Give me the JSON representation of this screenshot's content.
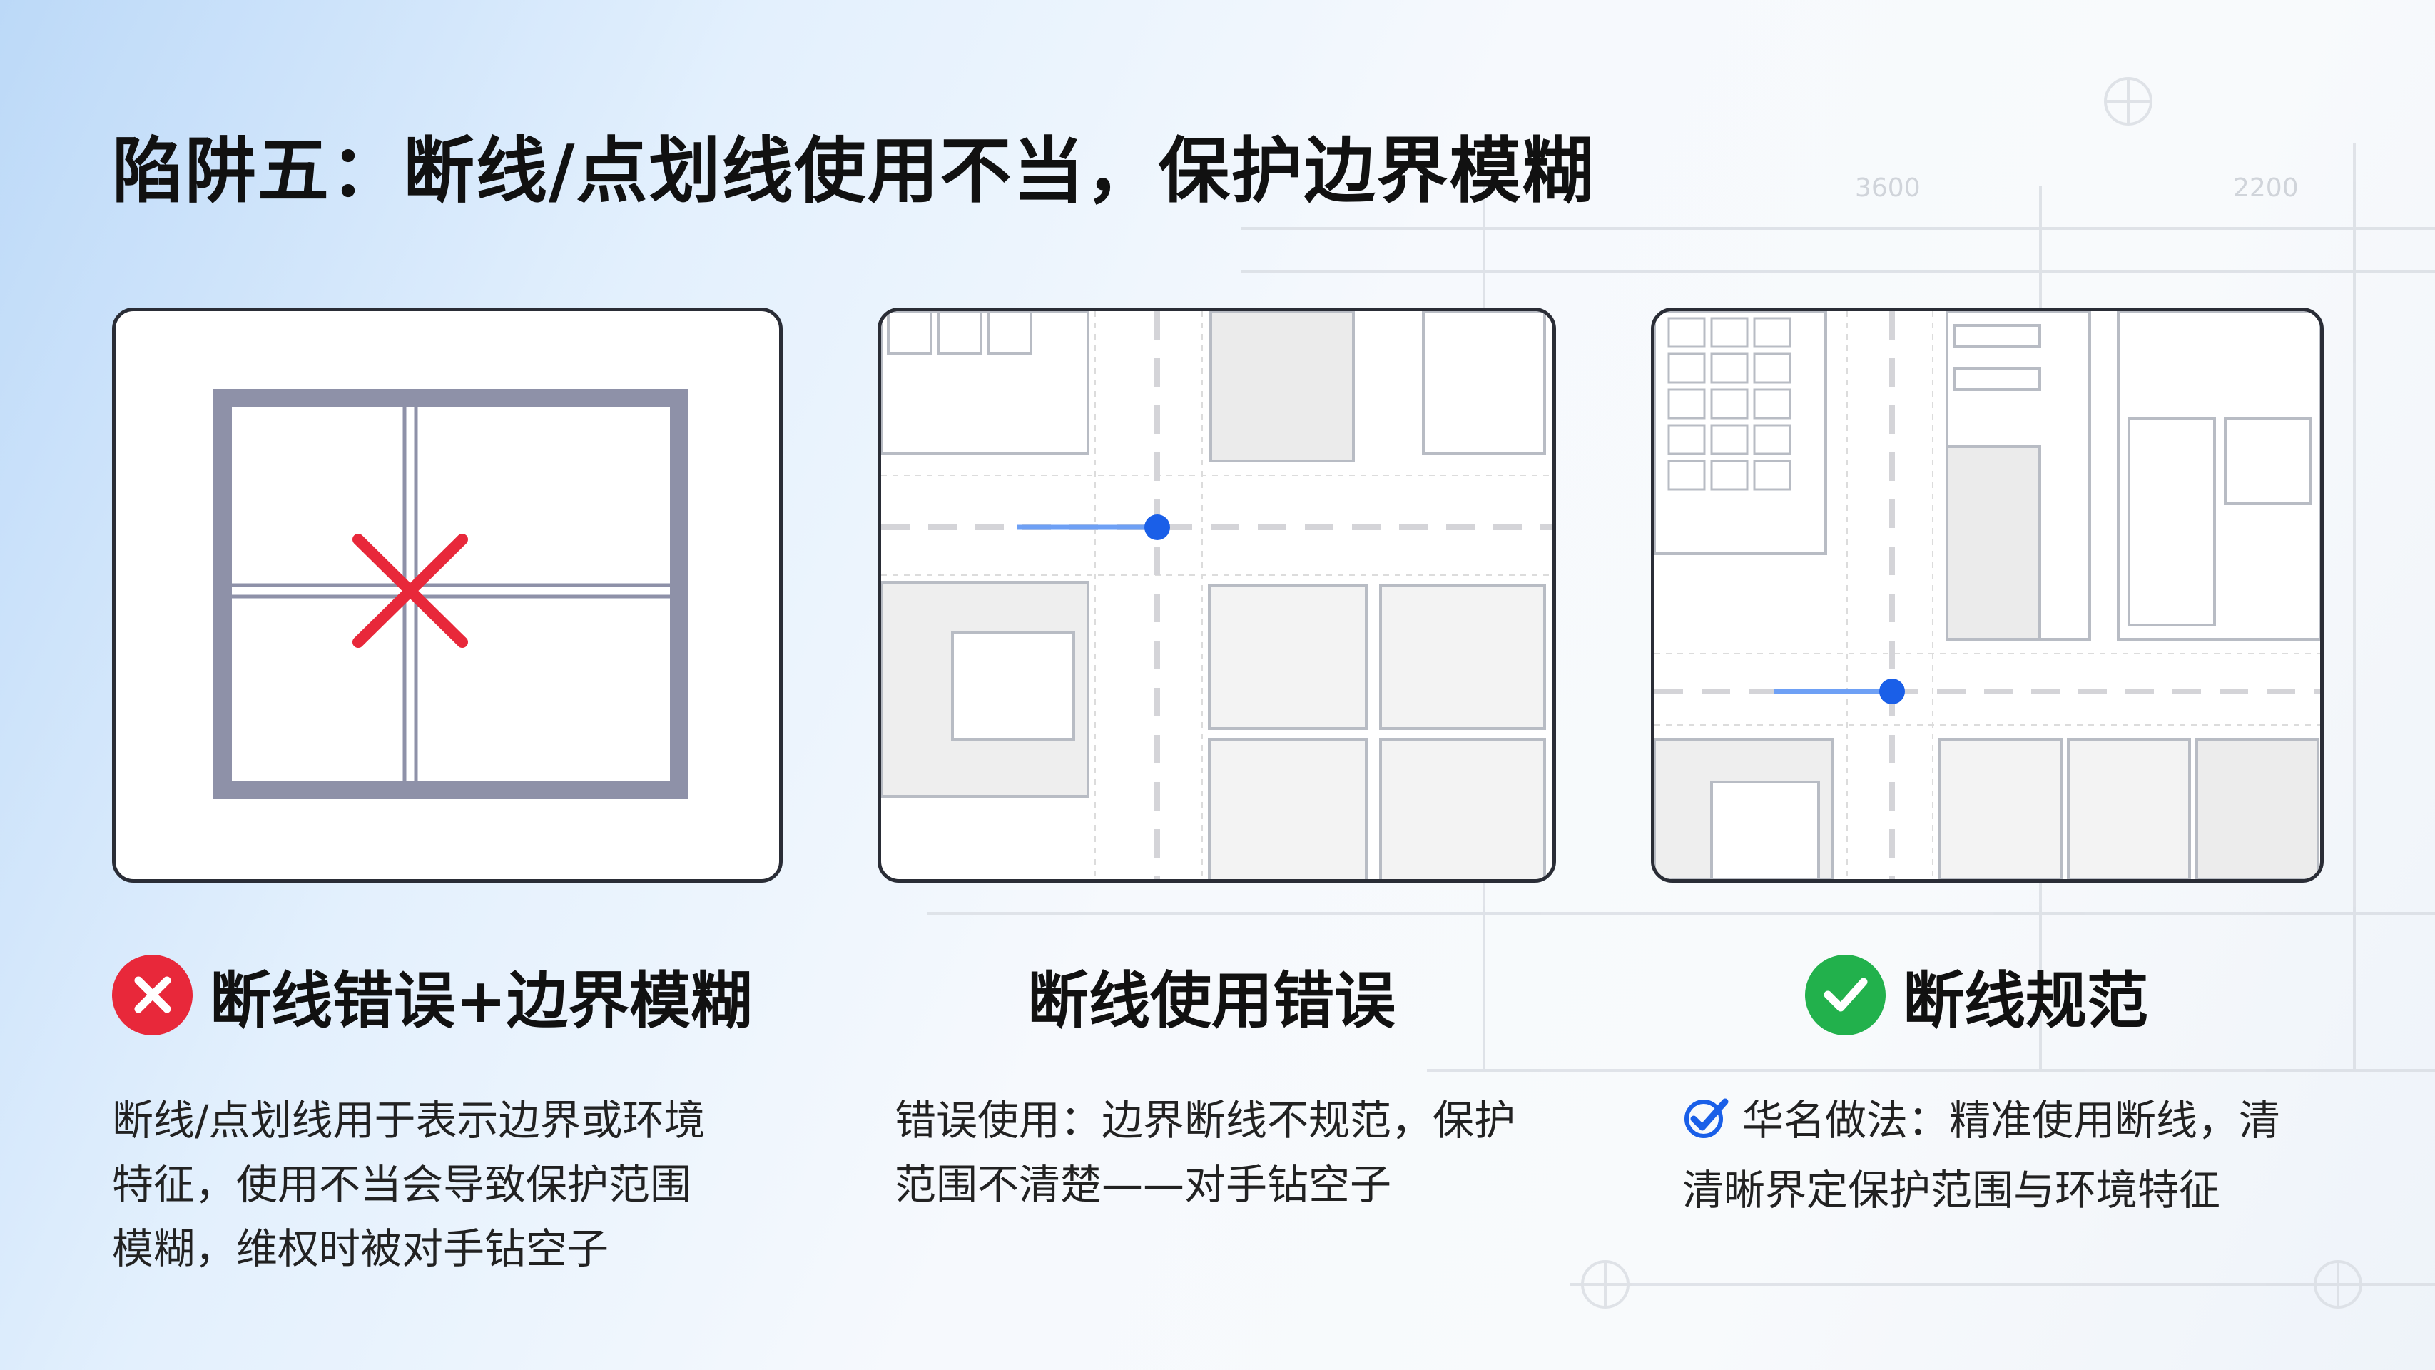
{
  "title": "陷阱五：断线/点划线使用不当，保护边界模糊",
  "panels": [
    {
      "heading": "断线错误+边界模糊",
      "status_icon": "x-circle-icon",
      "status_color": "#e8283a",
      "body_lines": [
        "断线/点划线用于表示边界或环境",
        "特征，使用不当会导致保护范围",
        "模糊，维权时被对手钻空子"
      ]
    },
    {
      "heading": "断线使用错误",
      "body_lines": [
        "错误使用：边界断线不规范，保护",
        "范围不清楚——对手钻空子"
      ]
    },
    {
      "heading": "断线规范",
      "status_icon": "check-circle-icon",
      "status_color": "#22b14c",
      "body_lines": [
        "华名做法：精准使用断线，清",
        "清晰界定保护范围与环境特征"
      ],
      "bullet_icon": "check-badge-icon"
    }
  ],
  "background_labels": [
    "3600",
    "2200"
  ],
  "colors": {
    "accent_blue": "#1a5fe8",
    "frame_gray": "#8e91a8",
    "red": "#e8283a",
    "green": "#22b14c"
  }
}
